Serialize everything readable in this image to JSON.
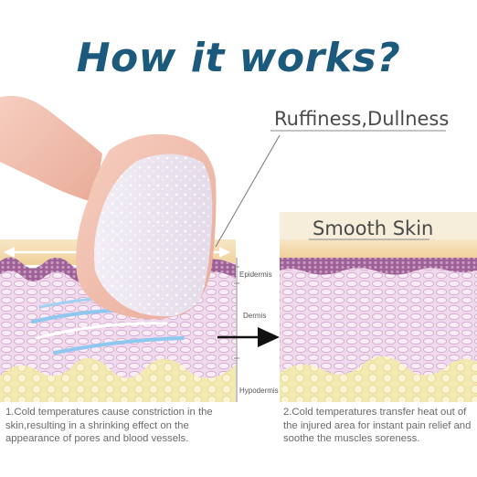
{
  "title": "How it works?",
  "labels": {
    "before": "Ruffiness,Dullness",
    "after": "Smooth Skin"
  },
  "skin_layers": [
    "Epidermis",
    "Dermis",
    "Hypodermis"
  ],
  "captions": [
    "1.Cold temperatures cause constriction in the skin,resulting in a shrinking effect on the appearance of pores and blood vessels.",
    "2.Cold temperatures transfer heat out of the injured area for instant pain relief and soothe the muscles soreness."
  ],
  "colors": {
    "title": "#1c5a7d",
    "roller": "#f2c3b4",
    "epidermis": "#a76a9f",
    "dermis": "#ecd3e7",
    "hypodermis": "#f1e6a8",
    "cold_waves": "#8ec8ee"
  },
  "icons": [
    "ice-roller-icon",
    "right-arrow-icon"
  ]
}
